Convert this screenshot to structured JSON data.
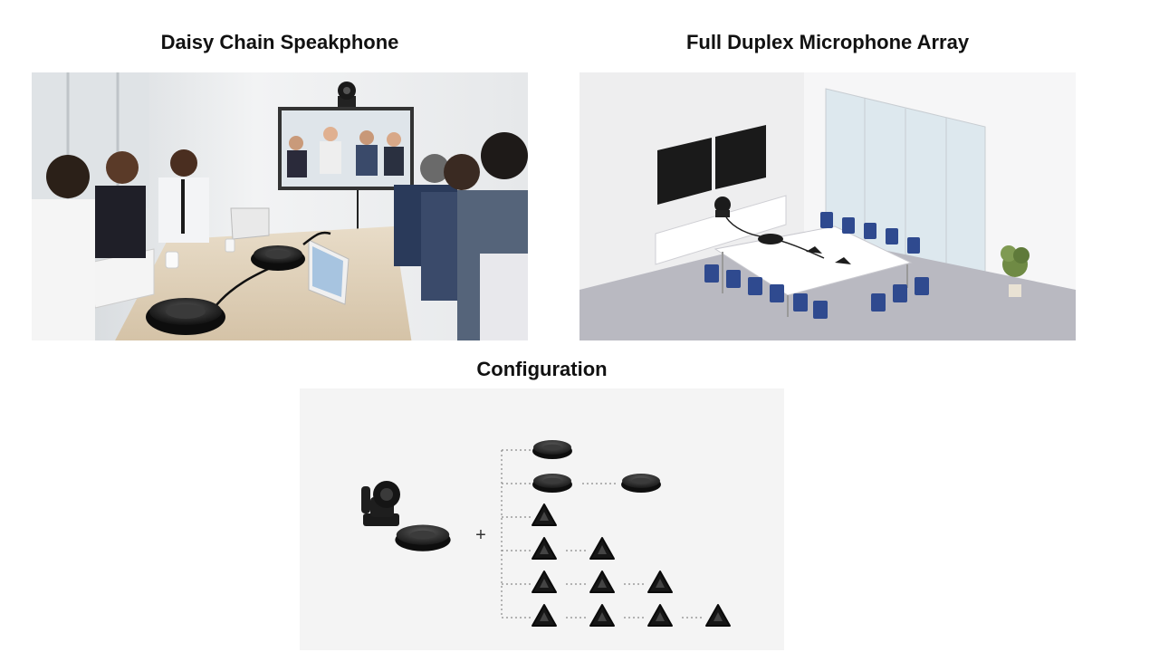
{
  "headings": {
    "left": "Daisy Chain Speakphone",
    "right": "Full Duplex Microphone Array",
    "bottom": "Configuration"
  },
  "config": {
    "plus_symbol": "+",
    "rows": [
      {
        "type": "speakerphone",
        "count": 1
      },
      {
        "type": "speakerphone",
        "count": 2
      },
      {
        "type": "mic-array",
        "count": 1
      },
      {
        "type": "mic-array",
        "count": 2
      },
      {
        "type": "mic-array",
        "count": 3
      },
      {
        "type": "mic-array",
        "count": 4
      }
    ]
  },
  "colors": {
    "device": "#1c1c1c",
    "chair": "#2f4a8f",
    "floor": "#b9b9c1"
  }
}
